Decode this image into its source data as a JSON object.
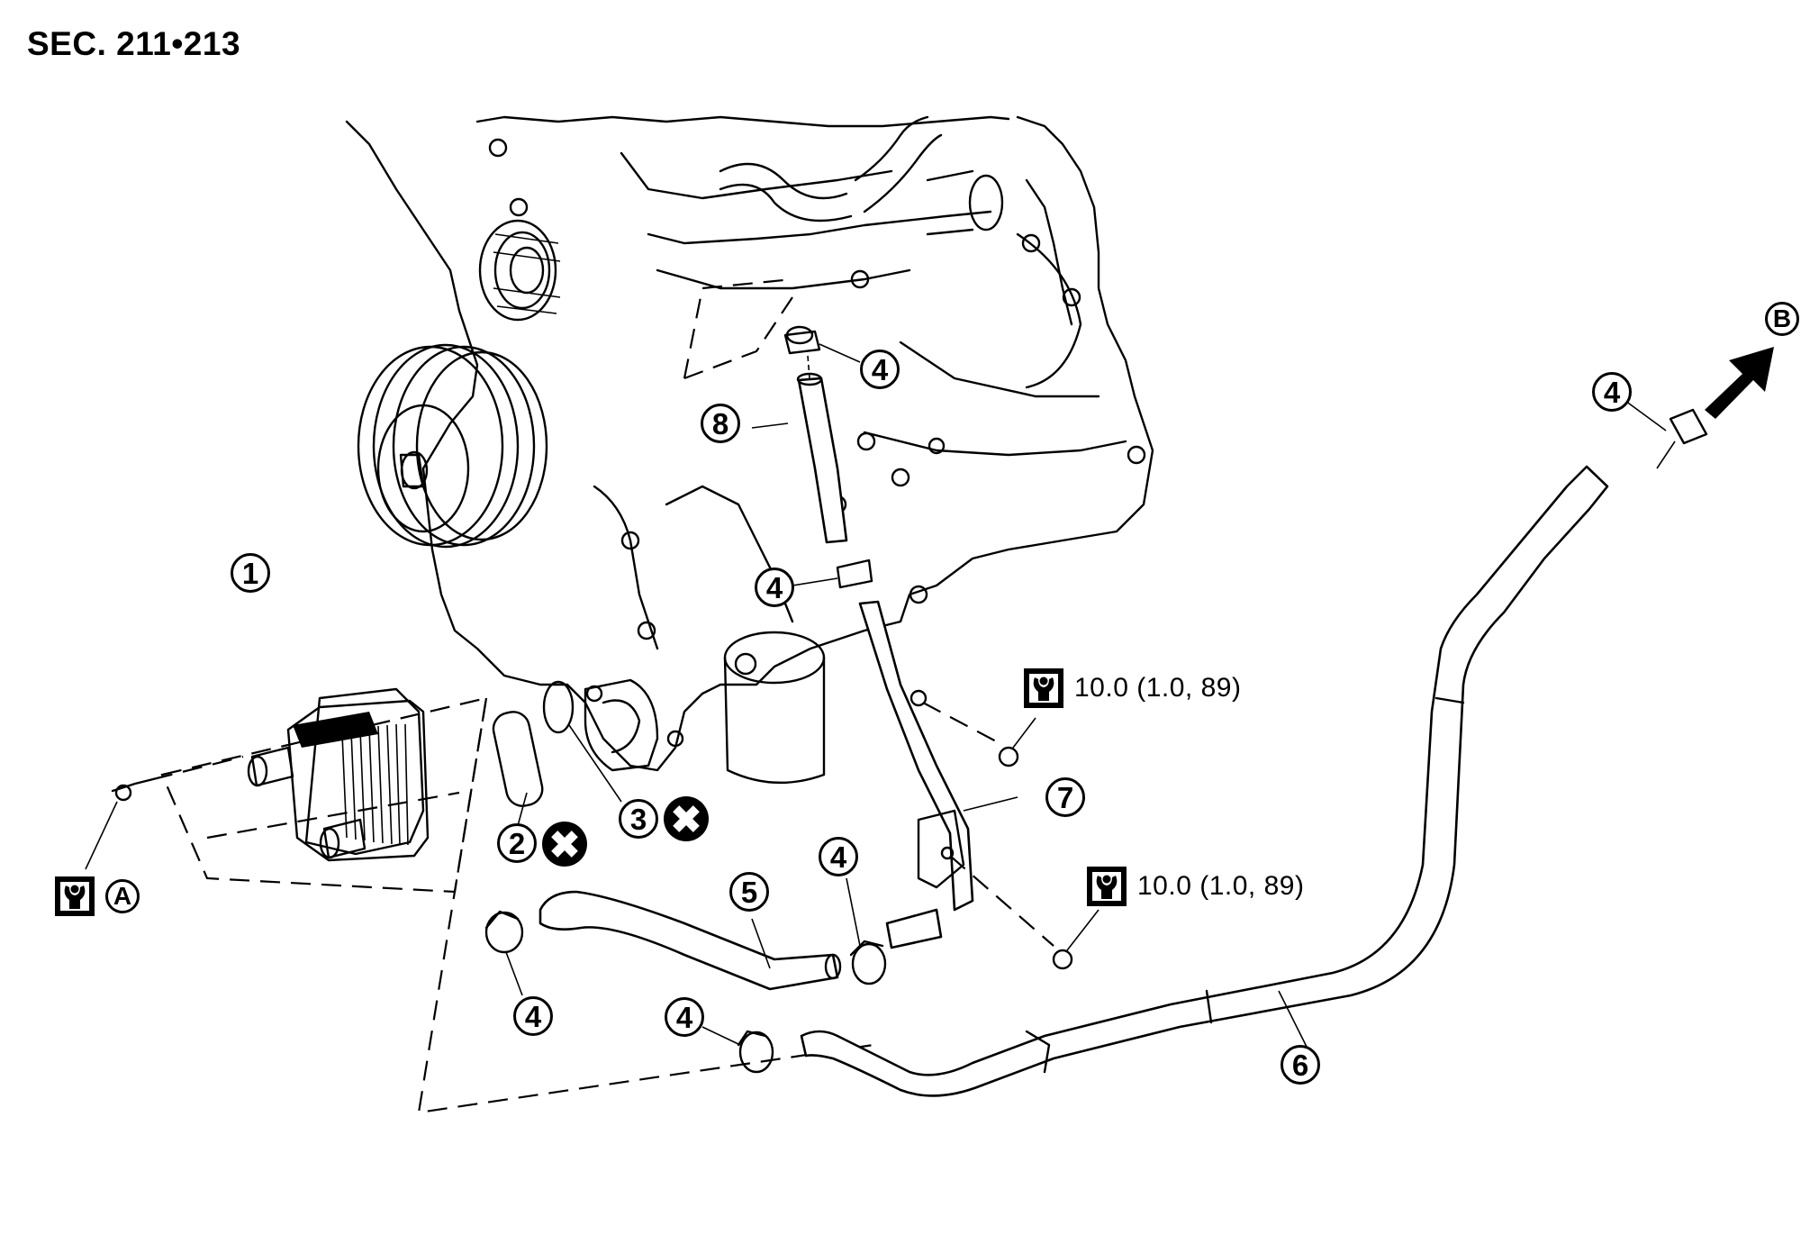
{
  "title": "SEC. 211•213",
  "callouts": [
    {
      "id": "c1",
      "label": "1",
      "part": "oil-cooler"
    },
    {
      "id": "c2",
      "label": "2",
      "part": "o-ring"
    },
    {
      "id": "c3",
      "label": "3",
      "part": "o-ring"
    },
    {
      "id": "c4a",
      "label": "4",
      "part": "hose-clamp"
    },
    {
      "id": "c4b",
      "label": "4",
      "part": "hose-clamp"
    },
    {
      "id": "c4c",
      "label": "4",
      "part": "hose-clamp"
    },
    {
      "id": "c4d",
      "label": "4",
      "part": "hose-clamp"
    },
    {
      "id": "c4e",
      "label": "4",
      "part": "hose-clamp"
    },
    {
      "id": "c4f",
      "label": "4",
      "part": "hose-clamp"
    },
    {
      "id": "c5",
      "label": "5",
      "part": "water-hose"
    },
    {
      "id": "c6",
      "label": "6",
      "part": "water-pipe"
    },
    {
      "id": "c7",
      "label": "7",
      "part": "water-pipe"
    },
    {
      "id": "c8",
      "label": "8",
      "part": "water-hose"
    }
  ],
  "replace_marks": [
    {
      "for": "2",
      "icon": "do-not-reuse-icon"
    },
    {
      "for": "3",
      "icon": "do-not-reuse-icon"
    }
  ],
  "torques": [
    {
      "icon": "torque-wrench-icon",
      "value": "10.0 (1.0, 89)"
    },
    {
      "icon": "torque-wrench-icon",
      "value": "10.0 (1.0, 89)"
    }
  ],
  "reference_marks": {
    "a": {
      "icon": "torque-wrench-icon",
      "letter": "A"
    },
    "b": {
      "icon": "arrow-up-right-icon",
      "letter": "B"
    }
  }
}
